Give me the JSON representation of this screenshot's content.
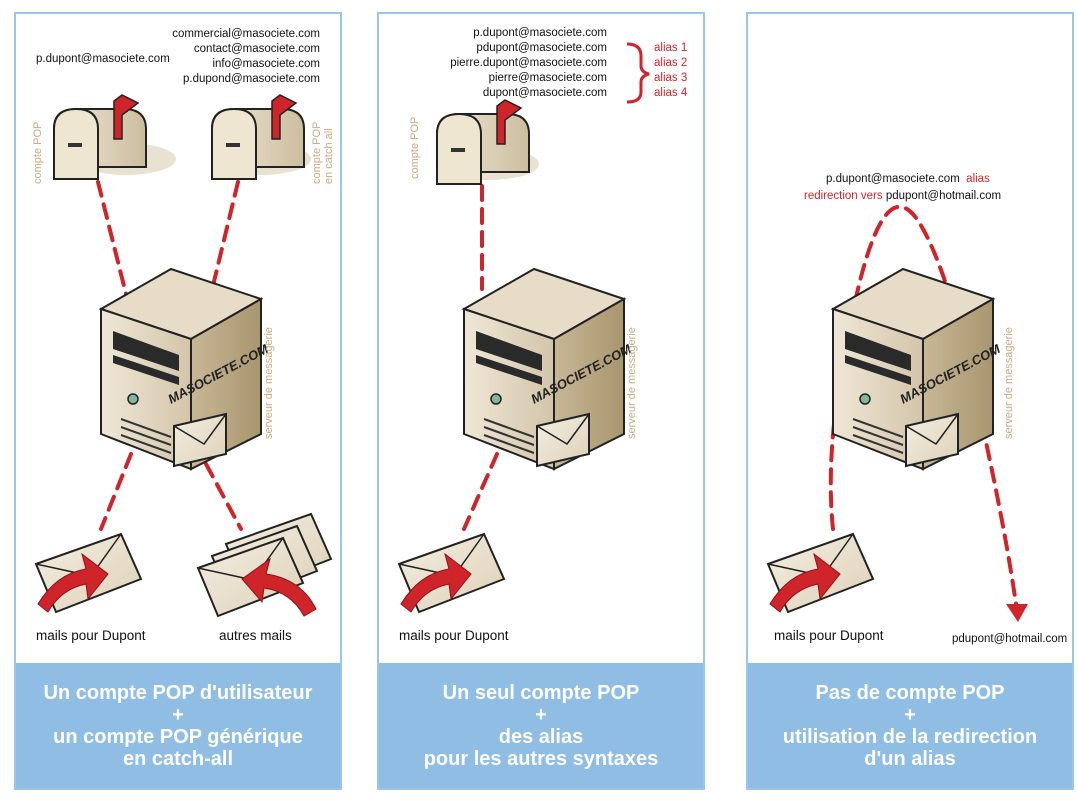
{
  "panel1": {
    "address_user": "p.dupont@masociete.com",
    "addresses_catchall": [
      "commercial@masociete.com",
      "contact@masociete.com",
      "info@masociete.com",
      "p.dupond@masociete.com"
    ],
    "mailbox1_label": "compte POP",
    "mailbox2_label_line1": "compte POP",
    "mailbox2_label_line2": "en catch all",
    "server_brand": "MASOCIETE.COM",
    "server_label": "serveur de messagerie",
    "caption_left": "mails pour Dupont",
    "caption_right": "autres mails",
    "footer": [
      "Un compte POP d'utilisateur",
      "+",
      "un compte POP générique",
      "en catch-all"
    ]
  },
  "panel2": {
    "addresses": [
      "p.dupont@masociete.com",
      "pdupont@masociete.com",
      "pierre.dupont@masociete.com",
      "pierre@masociete.com",
      "dupont@masociete.com"
    ],
    "aliases": [
      "alias 1",
      "alias 2",
      "alias 3",
      "alias 4"
    ],
    "mailbox_label": "compte POP",
    "server_brand": "MASOCIETE.COM",
    "server_label": "serveur de messagerie",
    "caption_left": "mails pour Dupont",
    "footer": [
      "Un seul compte POP",
      "+",
      "des alias",
      "pour les autres syntaxes"
    ]
  },
  "panel3": {
    "alias_address": "p.dupont@masociete.com",
    "alias_word": "alias",
    "redirect_prefix": "redirection vers",
    "redirect_target": "pdupont@hotmail.com",
    "server_brand": "MASOCIETE.COM",
    "server_label": "serveur de messagerie",
    "caption_left": "mails pour Dupont",
    "caption_right": "pdupont@hotmail.com",
    "footer": [
      "Pas de compte POP",
      "+",
      "utilisation de la redirection",
      "d'un alias"
    ]
  },
  "colors": {
    "accent_red": "#d0242b",
    "panel_blue": "#8fbde3",
    "label_tan": "#c9ab83",
    "server_beige": "#d9ccb4"
  },
  "icons": [
    "mailbox-icon",
    "server-icon",
    "envelope-icon",
    "incoming-arrow-icon",
    "dashed-path-icon"
  ]
}
